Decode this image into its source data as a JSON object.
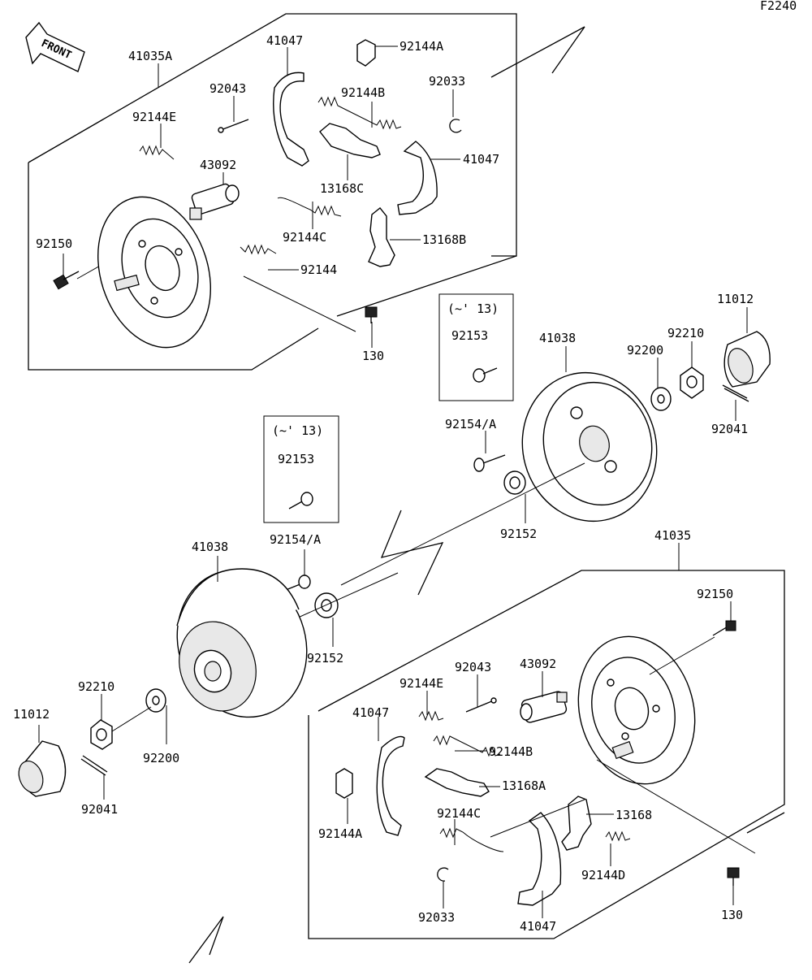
{
  "figure_code": "F2240",
  "front_arrow": {
    "label": "FRONT"
  },
  "labels": {
    "top_left": {
      "assembly": "41035A",
      "shoe_upper": "41047",
      "spring_a": "92144A",
      "pin": "92043",
      "spring_b": "92144B",
      "clip": "92033",
      "spring_e": "92144E",
      "shoe_right": "41047",
      "cylinder": "43092",
      "lever": "13168C",
      "spring_c": "92144C",
      "plate_b": "13168B",
      "bolt": "92150",
      "spring": "92144",
      "bolt_130": "130"
    },
    "top_right": {
      "note": "(~' 13)",
      "stud_note": "92153",
      "drum": "41038",
      "washer": "92200",
      "nut": "92210",
      "cap": "11012",
      "cotter": "92041",
      "stud": "92154/A",
      "seal": "92152"
    },
    "middle_left": {
      "note": "(~' 13)",
      "stud_note": "92153",
      "stud": "92154/A",
      "drum": "41038",
      "seal": "92152",
      "nut": "92210",
      "cap": "11012",
      "washer": "92200",
      "cotter": "92041"
    },
    "bottom_right": {
      "assembly": "41035",
      "bolt": "92150",
      "pin": "92043",
      "cylinder": "43092",
      "spring_e": "92144E",
      "shoe_left": "41047",
      "spring_b": "92144B",
      "lever_a": "13168A",
      "spring_c": "92144C",
      "plate": "13168",
      "spring_a": "92144A",
      "spring_d": "92144D",
      "clip": "92033",
      "shoe_lower": "41047",
      "bolt_130": "130"
    }
  }
}
